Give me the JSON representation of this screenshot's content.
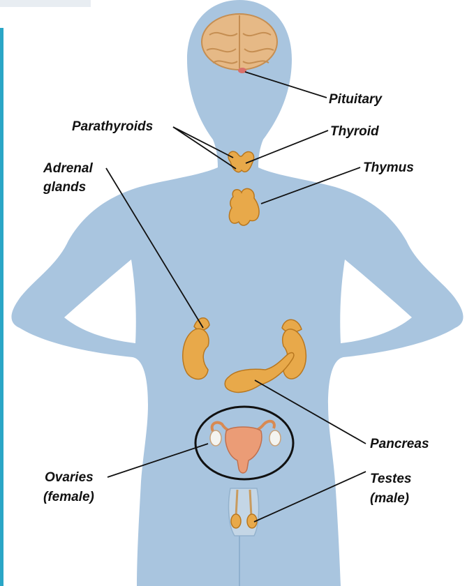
{
  "colors": {
    "body": "#a9c5df",
    "organ": "#e8a94a",
    "organ_dark": "#b8771f",
    "uterus": "#eb9c76",
    "brain": "#e6b986",
    "leader": "#111111",
    "accent_bar": "#2aa6c6"
  },
  "labels": {
    "pituitary": "Pituitary",
    "parathyroids": "Parathyroids",
    "thyroid": "Thyroid",
    "adrenal_line1": "Adrenal",
    "adrenal_line2": "glands",
    "thymus": "Thymus",
    "pancreas": "Pancreas",
    "ovaries_line1": "Ovaries",
    "ovaries_line2": "(female)",
    "testes_line1": "Testes",
    "testes_line2": "(male)"
  }
}
